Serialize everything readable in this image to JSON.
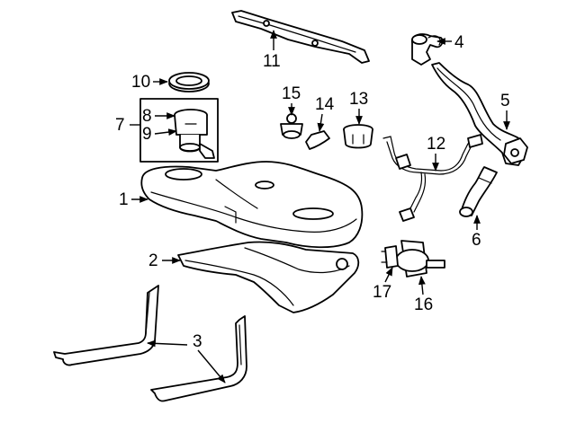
{
  "diagram": {
    "callouts": [
      {
        "id": "c1",
        "label": "1"
      },
      {
        "id": "c2",
        "label": "2"
      },
      {
        "id": "c3",
        "label": "3"
      },
      {
        "id": "c4",
        "label": "4"
      },
      {
        "id": "c5",
        "label": "5"
      },
      {
        "id": "c6",
        "label": "6"
      },
      {
        "id": "c7",
        "label": "7"
      },
      {
        "id": "c8",
        "label": "8"
      },
      {
        "id": "c9",
        "label": "9"
      },
      {
        "id": "c10",
        "label": "10"
      },
      {
        "id": "c11",
        "label": "11"
      },
      {
        "id": "c12",
        "label": "12"
      },
      {
        "id": "c13",
        "label": "13"
      },
      {
        "id": "c14",
        "label": "14"
      },
      {
        "id": "c15",
        "label": "15"
      },
      {
        "id": "c16",
        "label": "16"
      },
      {
        "id": "c17",
        "label": "17"
      }
    ],
    "colors": {
      "ink": "#000000",
      "paper": "#ffffff",
      "shade": "#c8c8c8"
    }
  }
}
